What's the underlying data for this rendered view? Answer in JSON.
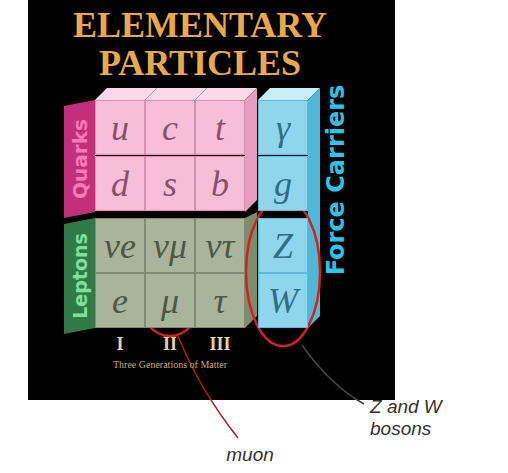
{
  "diagram": {
    "title": "ELEMENTARY PARTICLES",
    "nodes": [
      {
        "text": [
          "u"
        ]
      },
      {
        "text": [
          "c"
        ]
      },
      {
        "text": [
          "t"
        ]
      },
      {
        "text": [
          "γ"
        ]
      },
      {
        "text": [
          "d"
        ]
      },
      {
        "text": [
          "s"
        ]
      },
      {
        "text": [
          "b"
        ]
      },
      {
        "text": [
          "g"
        ]
      },
      {
        "text": [
          "νe"
        ]
      },
      {
        "text": [
          "νμ"
        ]
      },
      {
        "text": [
          "ντ"
        ]
      },
      {
        "text": [
          "Z"
        ]
      },
      {
        "text": [
          "e"
        ]
      },
      {
        "text": [
          "μ"
        ]
      },
      {
        "text": [
          "τ"
        ]
      },
      {
        "text": [
          "W"
        ]
      }
    ],
    "labels": [
      "Quarks",
      "Leptons",
      "Force Carriers",
      "I",
      "II",
      "III",
      "Three Generations of Matter",
      "muon",
      "Z and W bosons"
    ]
  }
}
